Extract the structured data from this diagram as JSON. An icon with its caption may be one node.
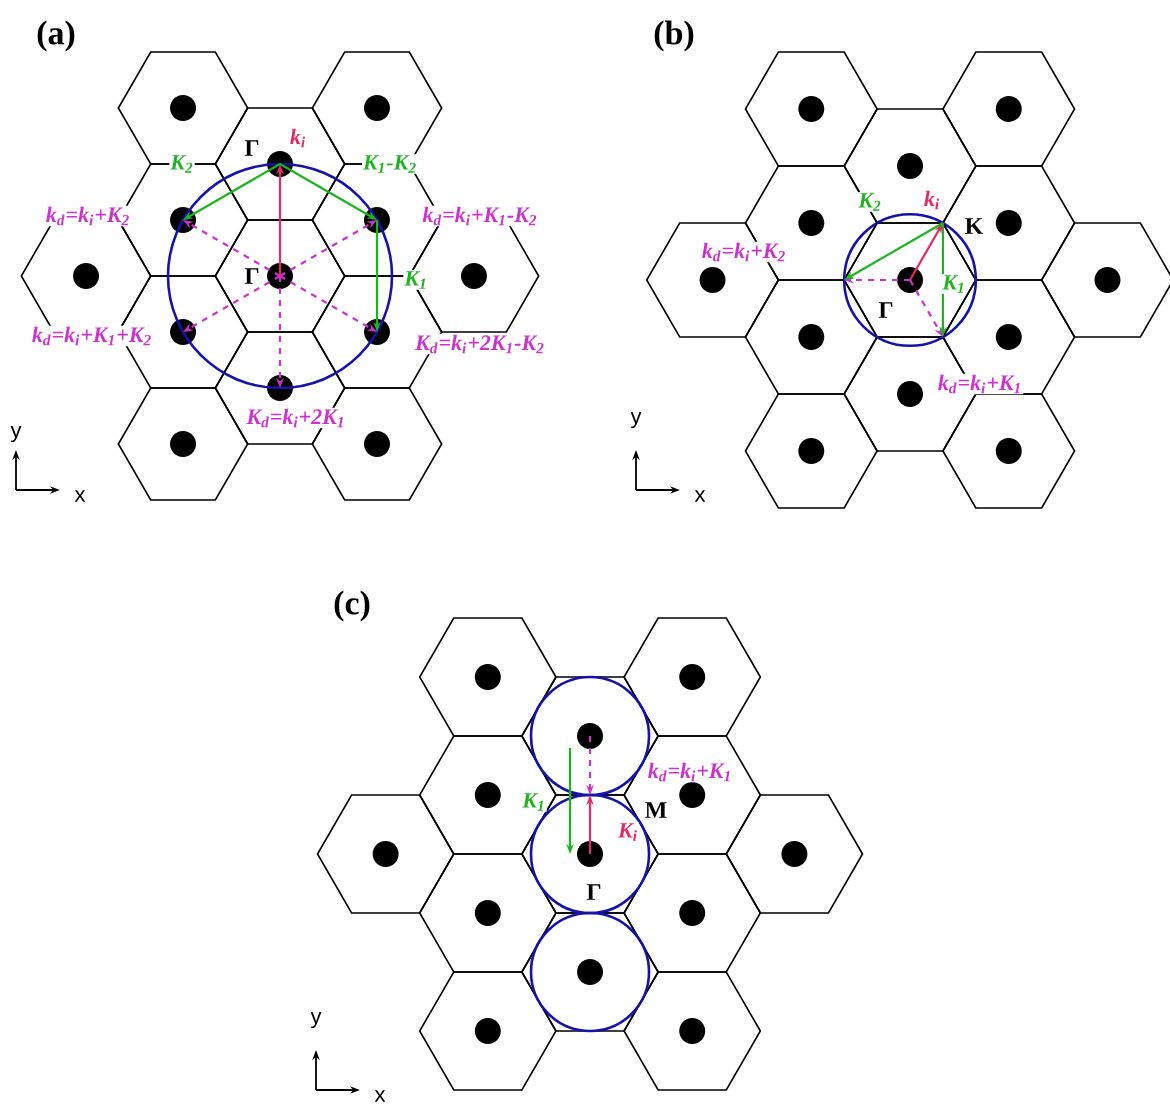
{
  "diagram": {
    "labels": [
      "(a)",
      "Γ",
      "k$_{i}$",
      "K$_{2}$",
      "K$_{1}$-K$_{2}$",
      "k$_{d}$=k$_{i}$+K$_{2}$",
      "k$_{d}$=k$_{i}$+K$_{1}$-K$_{2}$",
      "Γ",
      "K$_{1}$",
      "k$_{d}$=k$_{i}$+K$_{1}$+K$_{2}$",
      "K$_{d}$=k$_{i}$+2K$_{1}$-K$_{2}$",
      "K$_{d}$=k$_{i}$+2K$_{1}$",
      "y",
      "x",
      "(b)",
      "K$_{2}$",
      "k$_{i}$",
      "K",
      "k$_{d}$=k$_{i}$+K$_{2}$",
      "K$_{1}$",
      "Γ",
      "k$_{d}$=k$_{i}$+K$_{1}$",
      "y",
      "x",
      "(c)",
      "k$_{d}$=k$_{i}$+K$_{1}$",
      "K$_{1}$",
      "M",
      "K$_{i}$",
      "Γ",
      "y",
      "x"
    ]
  }
}
